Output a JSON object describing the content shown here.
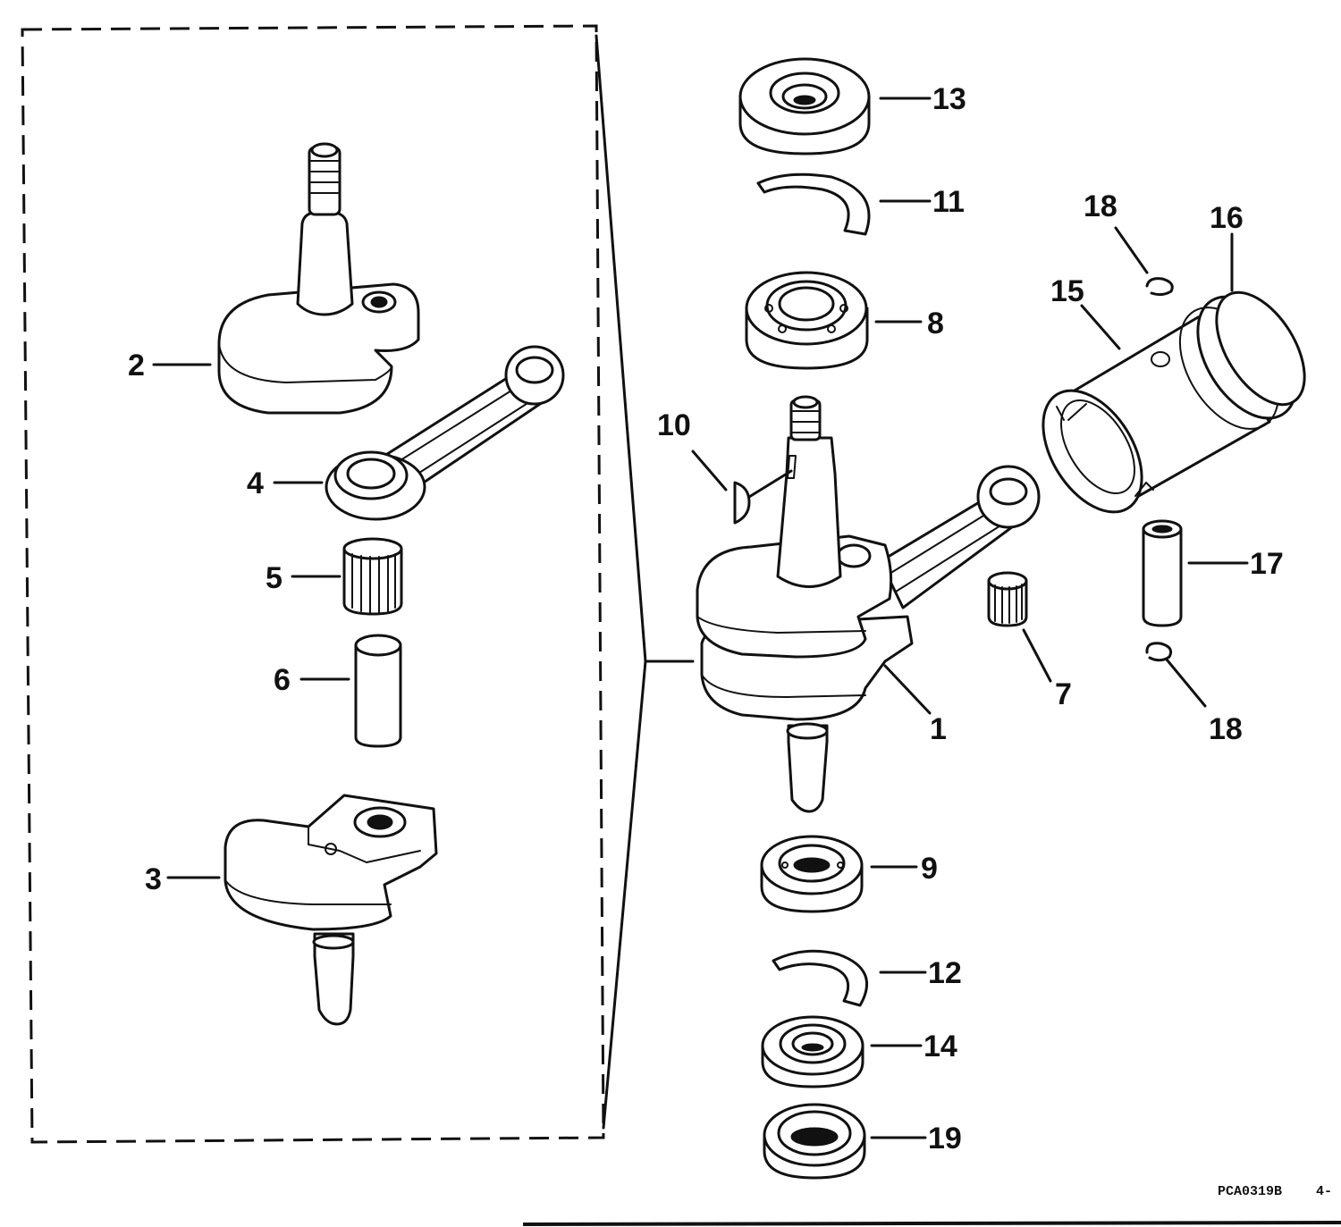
{
  "labels": {
    "l1": "1",
    "l2": "2",
    "l3": "3",
    "l4": "4",
    "l5": "5",
    "l6": "6",
    "l7": "7",
    "l8": "8",
    "l9": "9",
    "l10": "10",
    "l11": "11",
    "l12": "12",
    "l13": "13",
    "l14": "14",
    "l15": "15",
    "l16": "16",
    "l17": "17",
    "l18a": "18",
    "l18b": "18",
    "l19": "19"
  },
  "footer": {
    "code": "PCA0319B",
    "page": "4-"
  }
}
